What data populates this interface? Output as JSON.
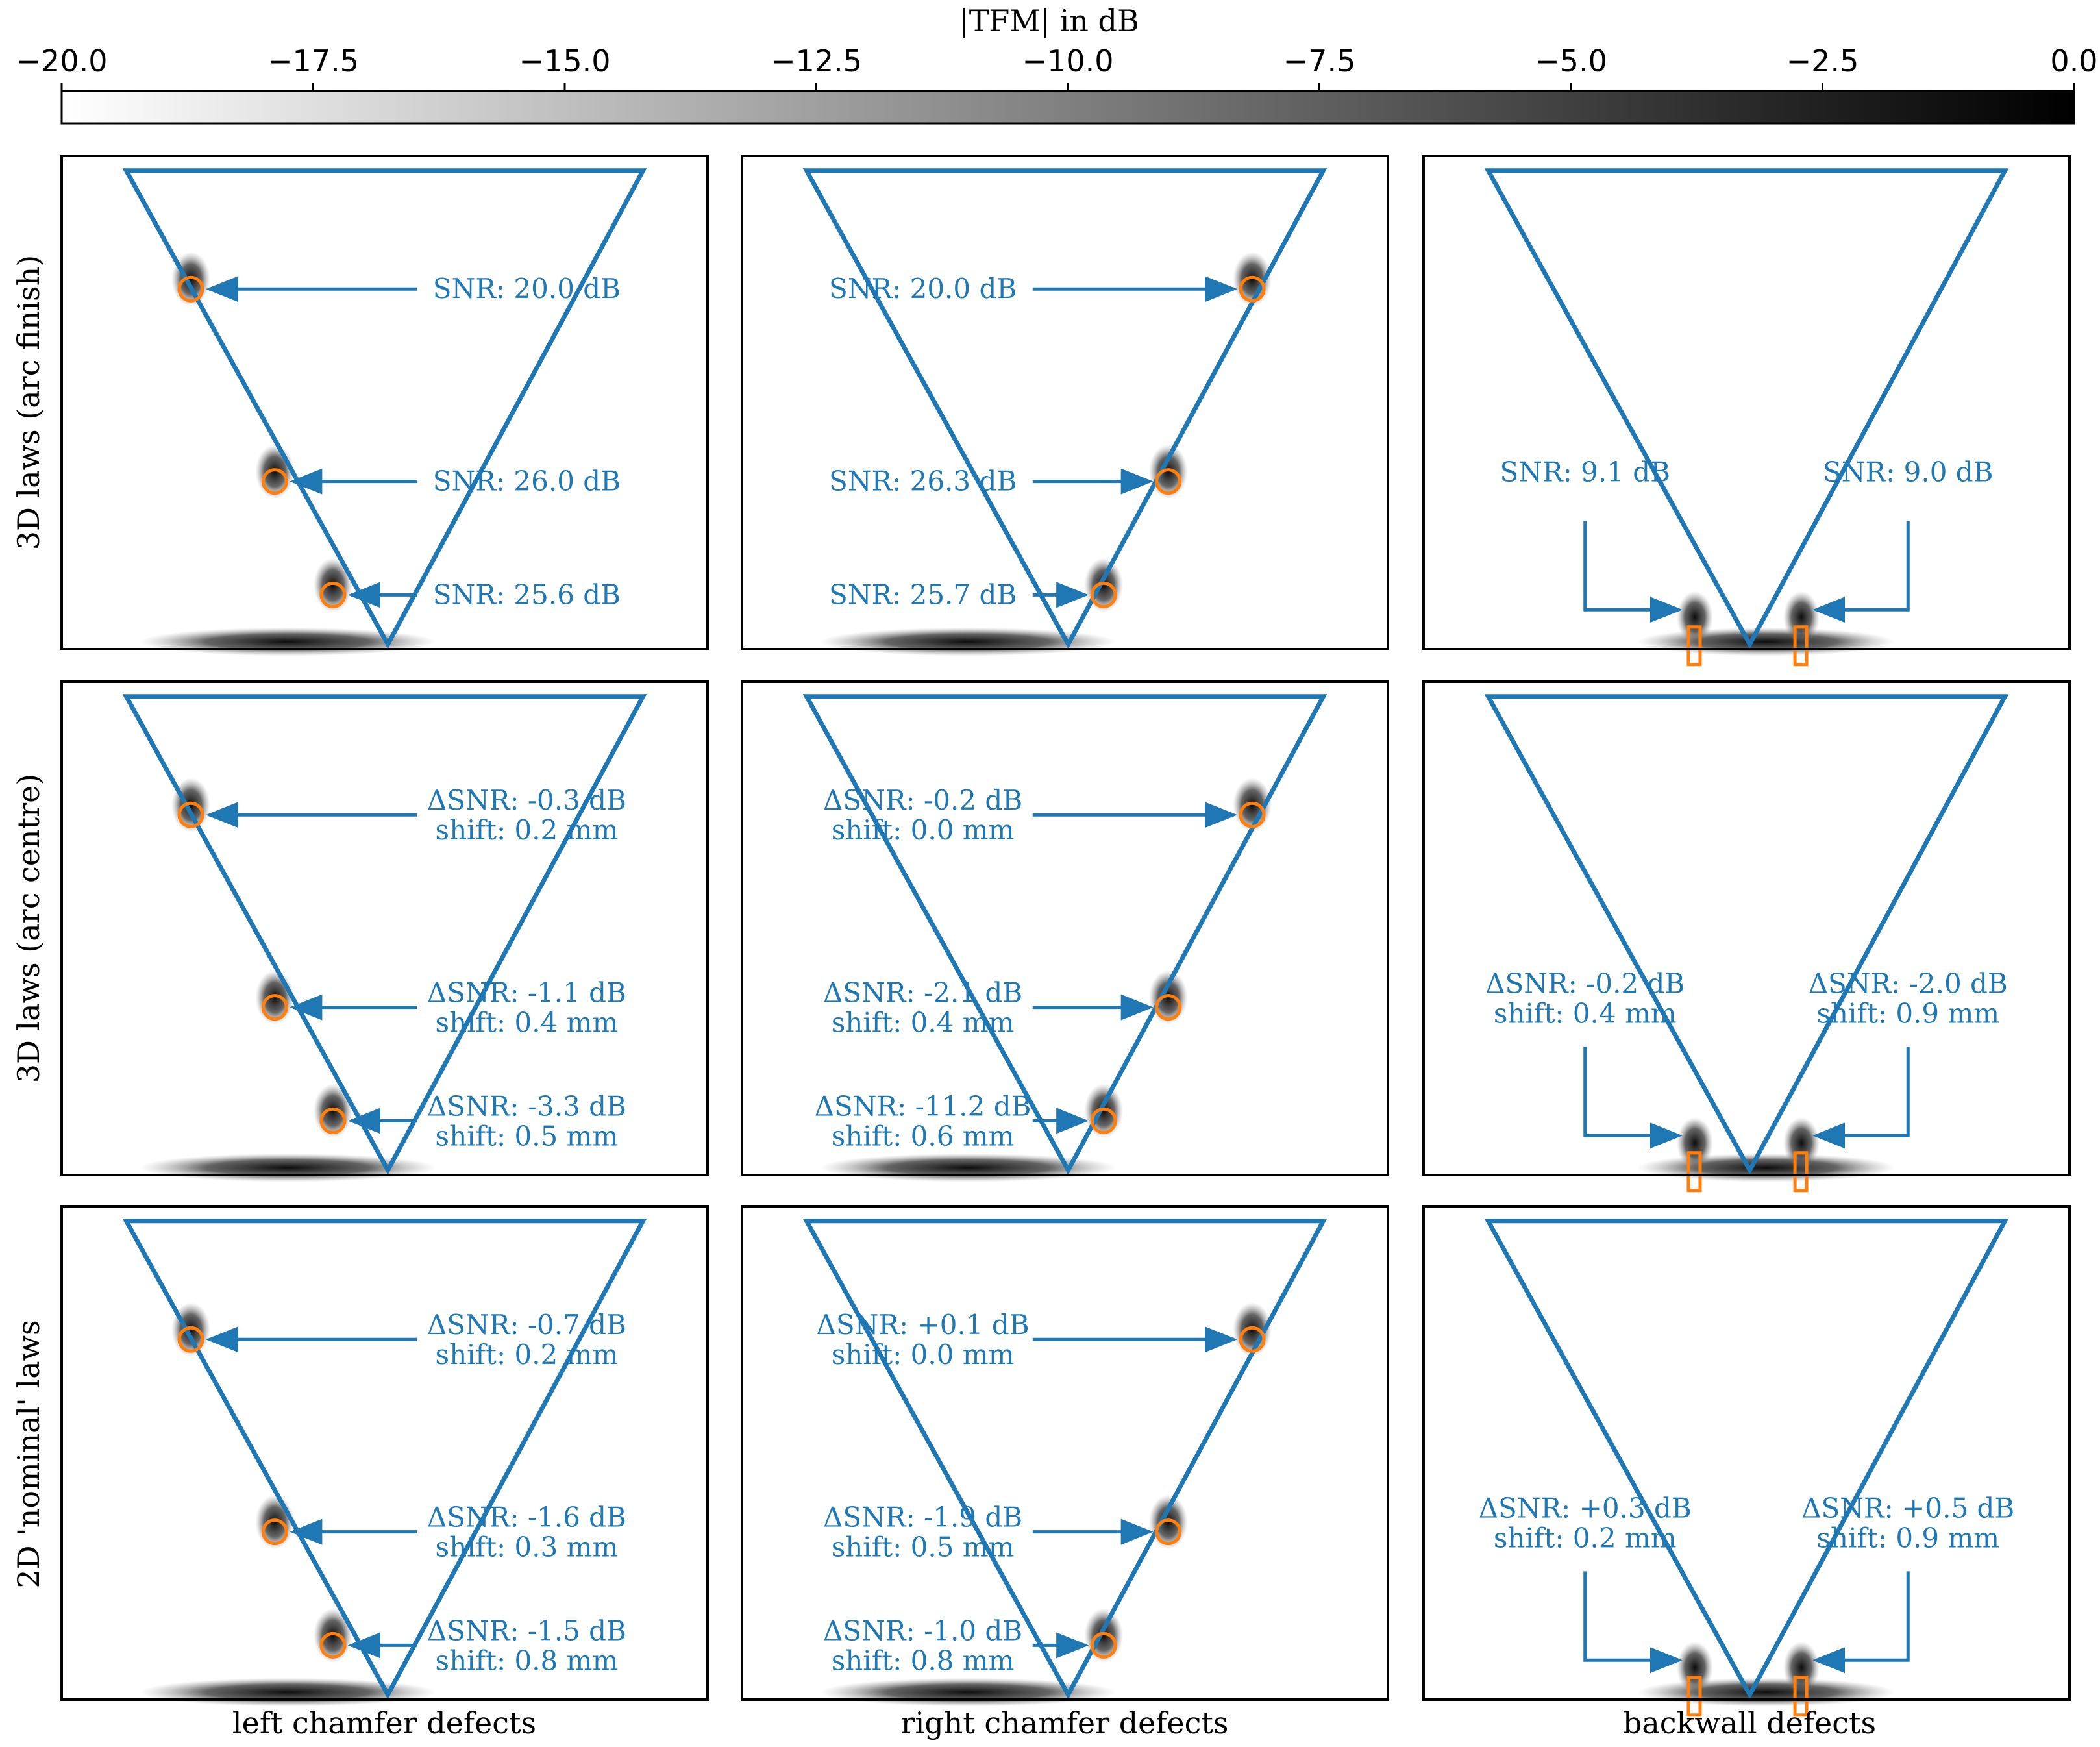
{
  "colorbar": {
    "title": "|TFM| in dB",
    "ticks": [
      "−20.0",
      "−17.5",
      "−15.0",
      "−12.5",
      "−10.0",
      "−7.5",
      "−5.0",
      "−2.5",
      "0.0"
    ],
    "range": [
      -20,
      0
    ],
    "colormap": "greys"
  },
  "colors": {
    "outline": "#1f77b4",
    "marker": "#ff7f0e",
    "text": "#1f77b4"
  },
  "chart_data": {
    "type": "heatmap",
    "rows": [
      "3D laws (arc finish)",
      "3D laws (arc centre)",
      "2D 'nominal' laws"
    ],
    "columns": [
      "left chamfer defects",
      "right chamfer defects",
      "backwall defects"
    ],
    "panels": [
      [
        {
          "annotations": [
            [
              "SNR: 20.0 dB"
            ],
            [
              "SNR: 26.0 dB"
            ],
            [
              "SNR: 25.6 dB"
            ]
          ]
        },
        {
          "annotations": [
            [
              "SNR: 20.0 dB"
            ],
            [
              "SNR: 26.3 dB"
            ],
            [
              "SNR: 25.7 dB"
            ]
          ]
        },
        {
          "annotations": [
            [
              "SNR: 9.1 dB"
            ],
            [
              "SNR: 9.0 dB"
            ]
          ]
        }
      ],
      [
        {
          "annotations": [
            [
              "ΔSNR: -0.3 dB",
              "shift: 0.2 mm"
            ],
            [
              "ΔSNR: -1.1 dB",
              "shift: 0.4 mm"
            ],
            [
              "ΔSNR: -3.3 dB",
              "shift: 0.5 mm"
            ]
          ]
        },
        {
          "annotations": [
            [
              "ΔSNR: -0.2 dB",
              "shift: 0.0 mm"
            ],
            [
              "ΔSNR: -2.1 dB",
              "shift: 0.4 mm"
            ],
            [
              "ΔSNR: -11.2 dB",
              "shift: 0.6 mm"
            ]
          ]
        },
        {
          "annotations": [
            [
              "ΔSNR: -0.2 dB",
              "shift: 0.4 mm"
            ],
            [
              "ΔSNR: -2.0 dB",
              "shift: 0.9 mm"
            ]
          ]
        }
      ],
      [
        {
          "annotations": [
            [
              "ΔSNR: -0.7 dB",
              "shift: 0.2 mm"
            ],
            [
              "ΔSNR: -1.6 dB",
              "shift: 0.3 mm"
            ],
            [
              "ΔSNR: -1.5 dB",
              "shift: 0.8 mm"
            ]
          ]
        },
        {
          "annotations": [
            [
              "ΔSNR: +0.1 dB",
              "shift: 0.0 mm"
            ],
            [
              "ΔSNR: -1.9 dB",
              "shift: 0.5 mm"
            ],
            [
              "ΔSNR: -1.0 dB",
              "shift: 0.8 mm"
            ]
          ]
        },
        {
          "annotations": [
            [
              "ΔSNR: +0.3 dB",
              "shift: 0.2 mm"
            ],
            [
              "ΔSNR: +0.5 dB",
              "shift: 0.9 mm"
            ]
          ]
        }
      ]
    ]
  }
}
